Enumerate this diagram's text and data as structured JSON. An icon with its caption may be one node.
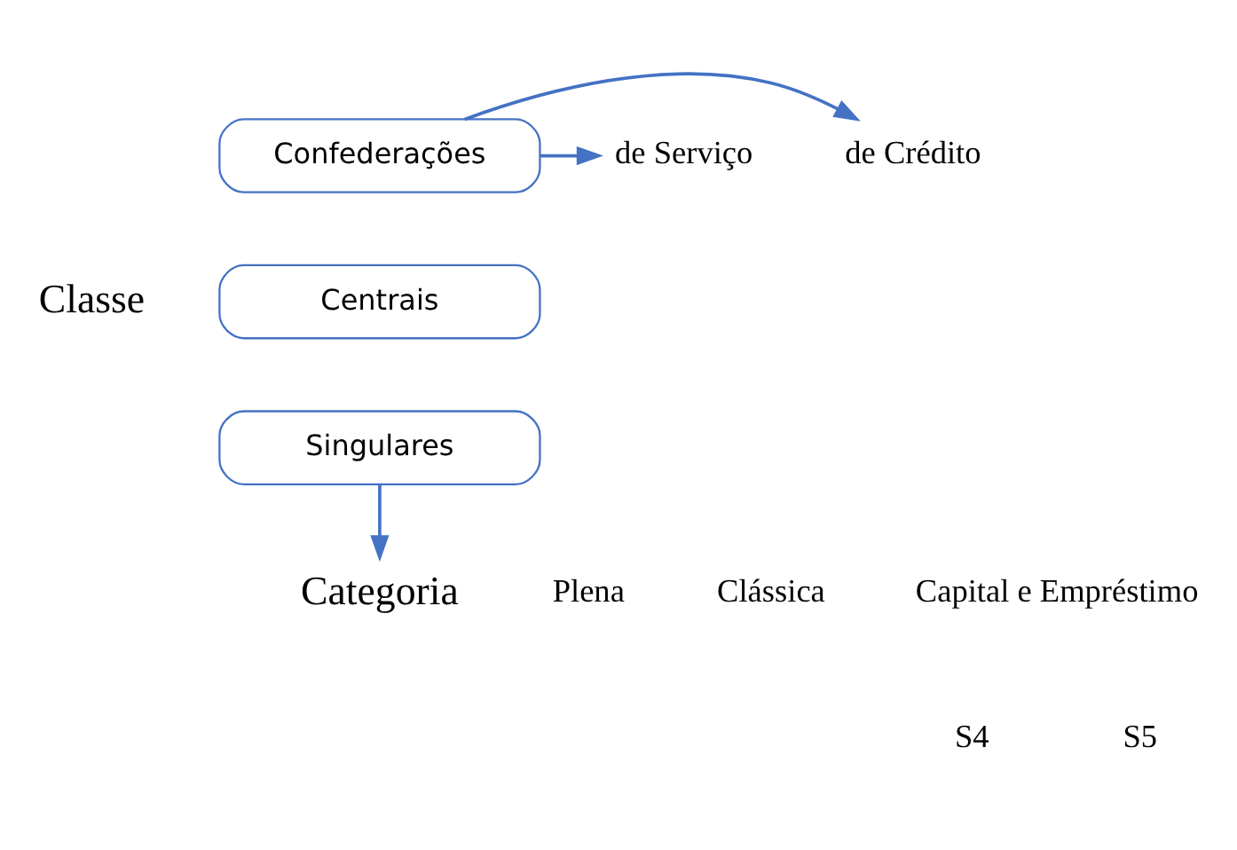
{
  "diagram": {
    "nodes": [
      {
        "text": [
          "Confederações"
        ]
      },
      {
        "text": [
          "Centrais"
        ]
      },
      {
        "text": [
          "Singulares"
        ]
      },
      {
        "text": [
          "de Crédito"
        ]
      },
      {
        "text": [
          "de Serviço"
        ]
      },
      {
        "text": [
          "Categoria"
        ]
      }
    ],
    "edges": [
      {
        "from": 0,
        "to": 3,
        "arrow": "to"
      },
      {
        "from": 0,
        "to": 4,
        "arrow": "to"
      },
      {
        "from": 2,
        "to": 5,
        "arrow": "to"
      }
    ],
    "labels": [
      "Classe",
      "Plena",
      "Clássica",
      "Capital e Empréstimo",
      "S4",
      "S5"
    ]
  }
}
